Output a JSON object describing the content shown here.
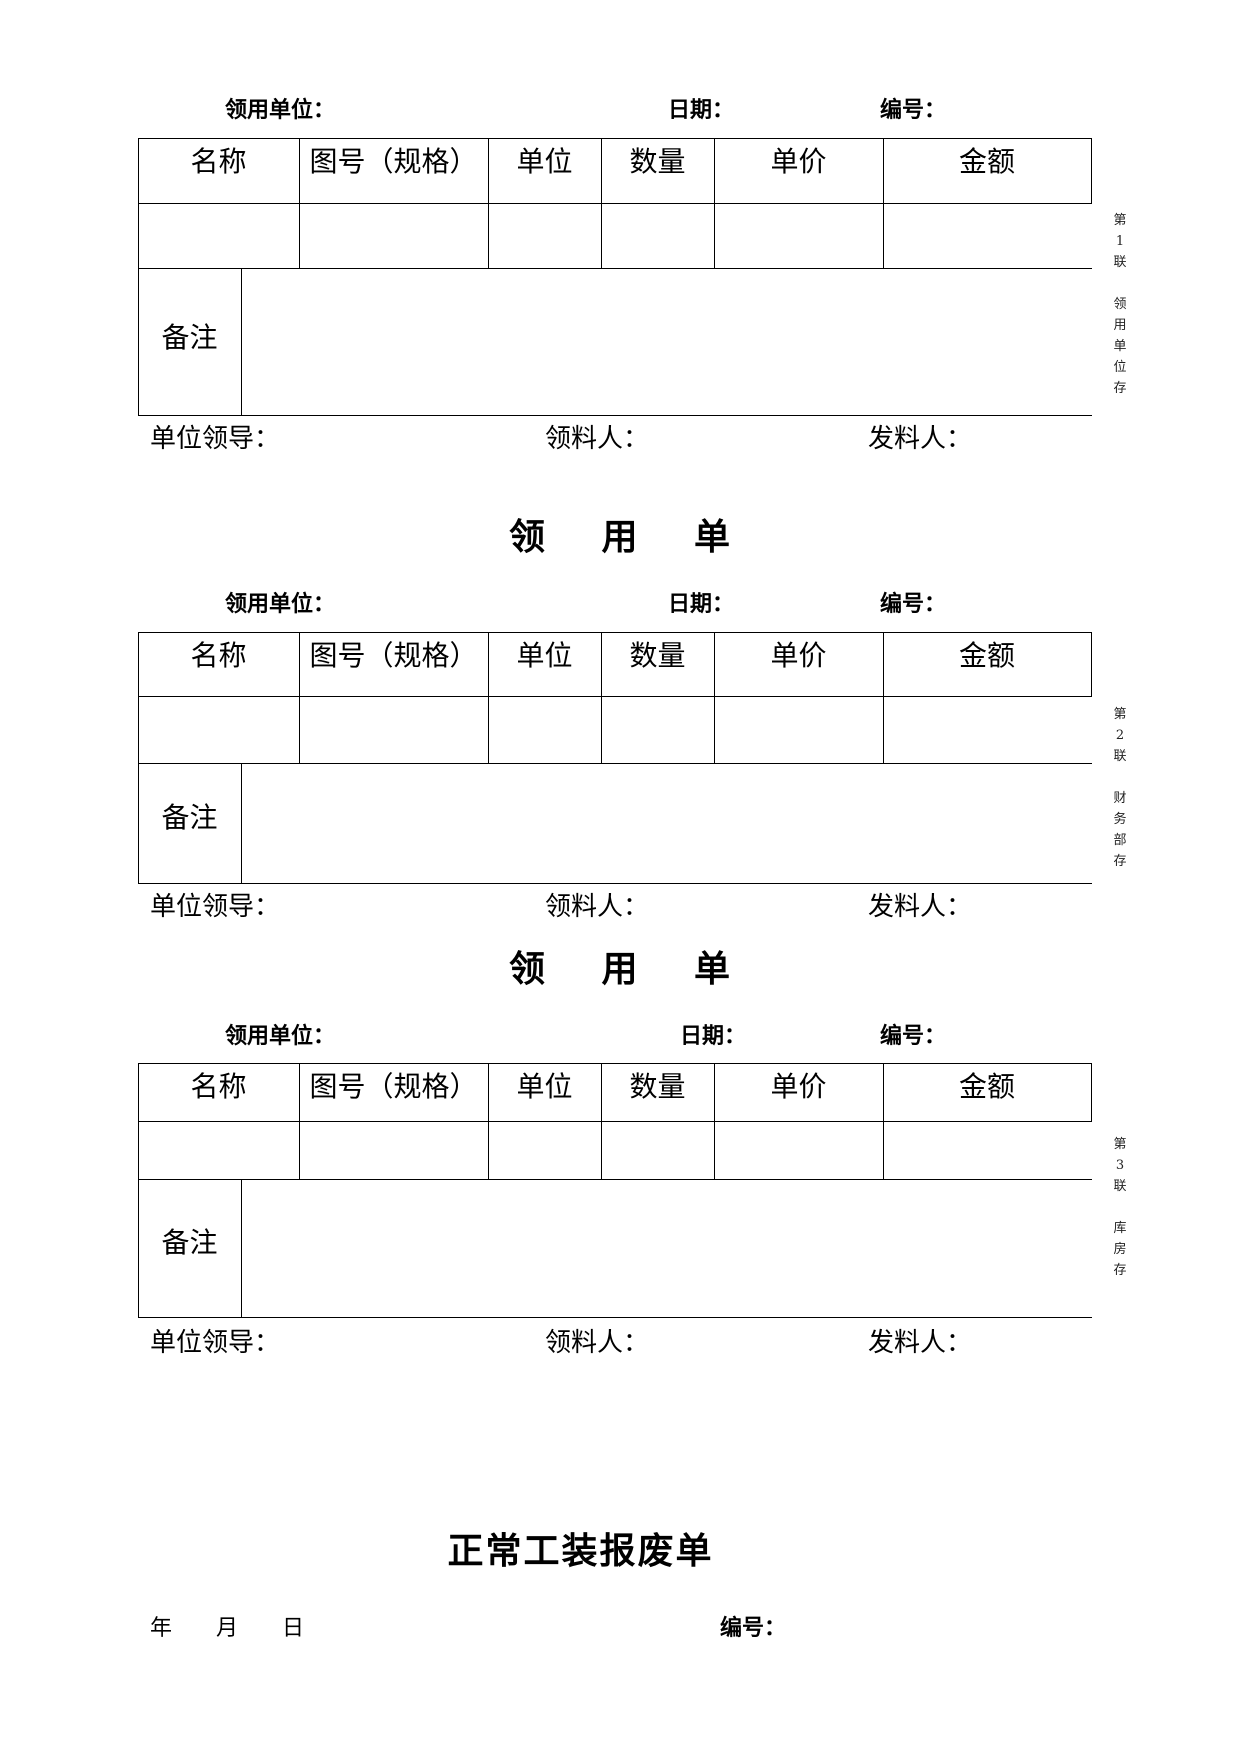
{
  "forms": [
    {
      "title": "",
      "header": {
        "unit": "领用单位：",
        "date": "日期：",
        "number": "编号："
      },
      "columns": [
        "名称",
        "图号（规格）",
        "单位",
        "数量",
        "单价",
        "金额"
      ],
      "remark": "备注",
      "signatures": {
        "leader": "单位领导：",
        "receiver": "领料人：",
        "issuer": "发料人："
      },
      "copy": [
        "第",
        "1",
        "联",
        "",
        "领",
        "用",
        "单",
        "位",
        "存"
      ]
    },
    {
      "title": "领 用 单",
      "header": {
        "unit": "领用单位：",
        "date": "日期：",
        "number": "编号："
      },
      "columns": [
        "名称",
        "图号（规格）",
        "单位",
        "数量",
        "单价",
        "金额"
      ],
      "remark": "备注",
      "signatures": {
        "leader": "单位领导：",
        "receiver": "领料人：",
        "issuer": "发料人："
      },
      "copy": [
        "第",
        "2",
        "联",
        "",
        "财",
        "务",
        "部",
        "存"
      ]
    },
    {
      "title": "领 用 单",
      "header": {
        "unit": "领用单位：",
        "date": "日期：",
        "number": "编号："
      },
      "columns": [
        "名称",
        "图号（规格）",
        "单位",
        "数量",
        "单价",
        "金额"
      ],
      "remark": "备注",
      "signatures": {
        "leader": "单位领导：",
        "receiver": "领料人：",
        "issuer": "发料人："
      },
      "copy": [
        "第",
        "3",
        "联",
        "",
        "库",
        "房",
        "存"
      ]
    }
  ],
  "scrap_form": {
    "title": "正常工装报废单",
    "date_line": "年　　月　　日",
    "number": "编号："
  }
}
